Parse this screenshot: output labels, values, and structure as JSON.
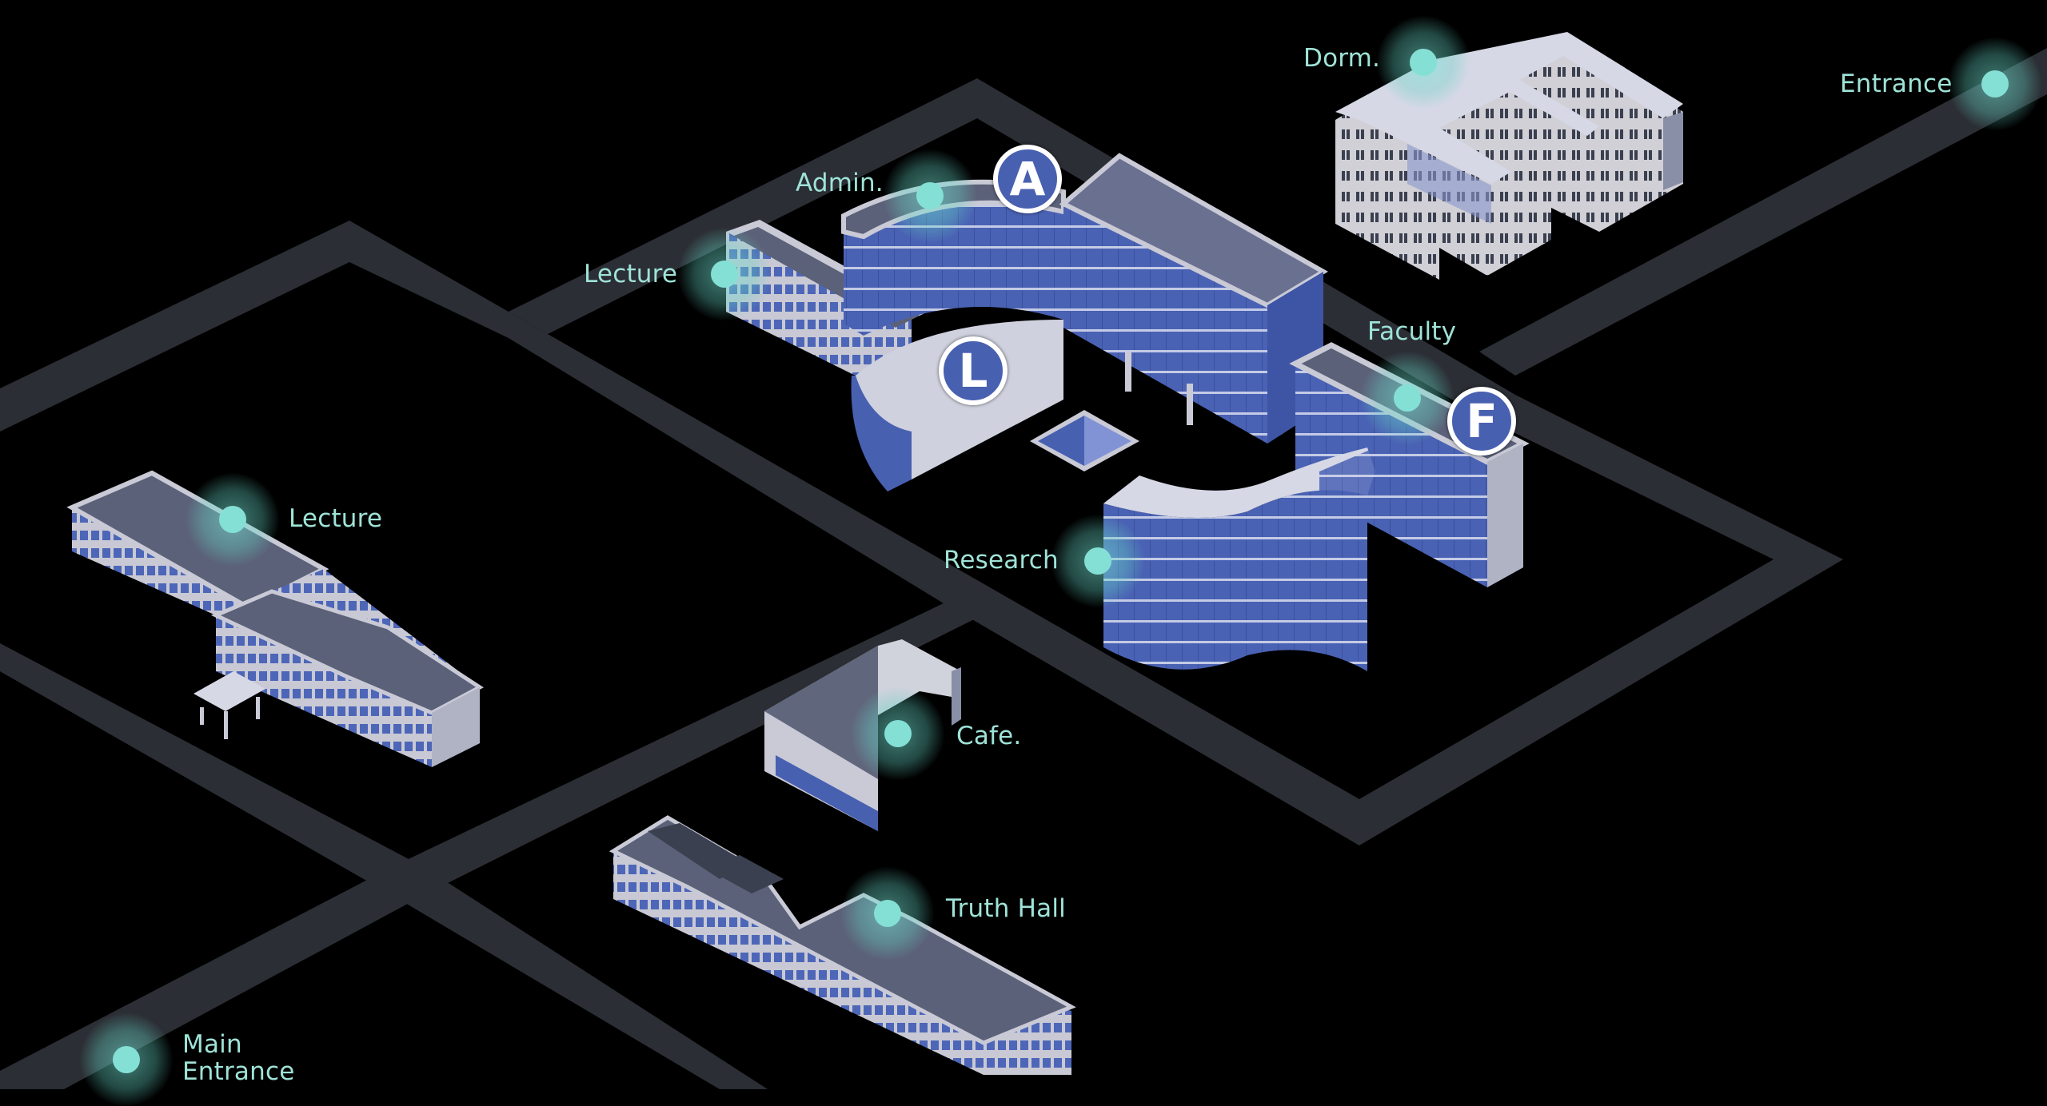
{
  "map": {
    "title": "Campus Map",
    "colors": {
      "background": "#000000",
      "road": "#2b2e34",
      "label": "#9fe3d8",
      "marker_dot": "#84e0d5",
      "badge_fill": "#4860b0",
      "badge_ring": "#ffffff",
      "building_roof_light": "#d6d8e6",
      "building_roof_dark": "#5b6178",
      "building_wall_light": "#c9cad6",
      "building_glass": "#4d66b8"
    }
  },
  "locations": [
    {
      "id": "dorm",
      "label": "Dorm."
    },
    {
      "id": "entrance-east",
      "label": "Entrance"
    },
    {
      "id": "admin",
      "label": "Admin."
    },
    {
      "id": "lecture-north",
      "label": "Lecture"
    },
    {
      "id": "faculty",
      "label": "Faculty"
    },
    {
      "id": "lecture-west",
      "label": "Lecture"
    },
    {
      "id": "research",
      "label": "Research"
    },
    {
      "id": "cafe",
      "label": "Cafe."
    },
    {
      "id": "truth-hall",
      "label": "Truth Hall"
    },
    {
      "id": "main-entrance",
      "label": "Main\nEntrance"
    }
  ],
  "badges": [
    {
      "id": "admin-badge",
      "letter": "A",
      "meaning": "Administration"
    },
    {
      "id": "lecture-badge",
      "letter": "L",
      "meaning": "Lecture"
    },
    {
      "id": "faculty-badge",
      "letter": "F",
      "meaning": "Faculty"
    }
  ]
}
